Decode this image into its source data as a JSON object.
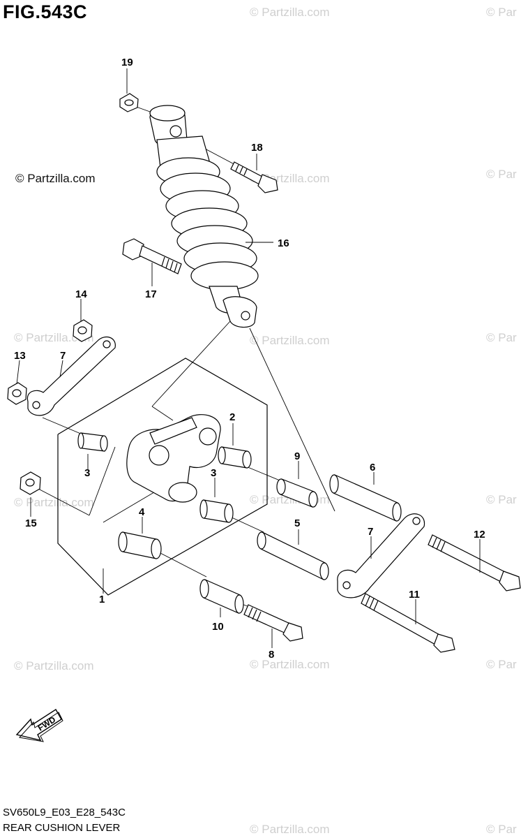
{
  "figure": {
    "title": "FIG.543C",
    "copyright": "© Partzilla.com",
    "code": "SV650L9_E03_E28_543C",
    "name": "REAR CUSHION LEVER"
  },
  "watermark": {
    "text_full": "© Partzilla.com",
    "text_cut": "© Par"
  },
  "callouts": [
    {
      "number": "19",
      "part": "nut"
    },
    {
      "number": "18",
      "part": "bolt"
    },
    {
      "number": "16",
      "part": "rear shock absorber"
    },
    {
      "number": "17",
      "part": "bolt"
    },
    {
      "number": "14",
      "part": "nut"
    },
    {
      "number": "13",
      "part": "nut"
    },
    {
      "number": "7",
      "part": "cushion rod"
    },
    {
      "number": "2",
      "part": "bearing"
    },
    {
      "number": "3",
      "part": "bearing"
    },
    {
      "number": "9",
      "part": "spacer"
    },
    {
      "number": "6",
      "part": "spacer"
    },
    {
      "number": "3",
      "part": "bearing"
    },
    {
      "number": "15",
      "part": "nut"
    },
    {
      "number": "4",
      "part": "bearing"
    },
    {
      "number": "5",
      "part": "spacer"
    },
    {
      "number": "7",
      "part": "cushion rod"
    },
    {
      "number": "12",
      "part": "bolt"
    },
    {
      "number": "1",
      "part": "cushion lever assembly"
    },
    {
      "number": "11",
      "part": "bolt"
    },
    {
      "number": "10",
      "part": "spacer"
    },
    {
      "number": "8",
      "part": "bolt"
    }
  ],
  "fwd_label": "FWD",
  "colors": {
    "line": "#000000",
    "watermark": "#cfcfcf",
    "background": "#ffffff"
  }
}
